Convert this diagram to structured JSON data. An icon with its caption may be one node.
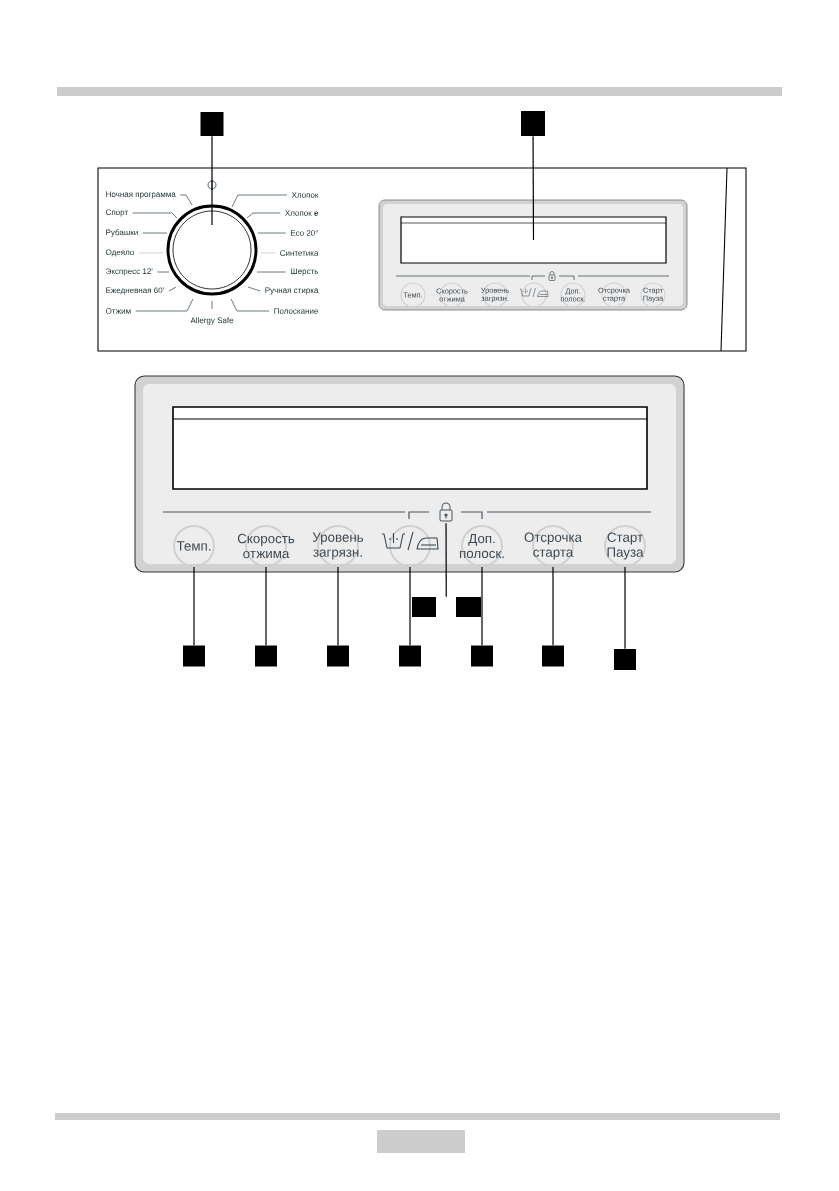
{
  "diagram": {
    "nodes": [
      {
        "text": [],
        "shape": "box"
      },
      {
        "text": [],
        "shape": "box"
      },
      {
        "text": [],
        "shape": "box"
      },
      {
        "text": [],
        "shape": "circle",
        "in": 2
      },
      {
        "text": [],
        "shape": "box",
        "in": 2
      },
      {
        "text": [],
        "shape": "box",
        "in": 4
      },
      {
        "text": [
          "Темп."
        ],
        "in": 4
      },
      {
        "text": [
          "Скорость отжима"
        ],
        "in": 4
      },
      {
        "text": [
          "Уровень загрязн."
        ],
        "in": 4
      },
      {
        "text": [],
        "shape": "circle",
        "in": 4
      },
      {
        "text": [
          "Доп. полоск."
        ],
        "in": 4
      },
      {
        "text": [
          "Отсрочка старта"
        ],
        "in": 4
      },
      {
        "text": [
          "Старт Пауза"
        ],
        "in": 4
      },
      {
        "text": [],
        "shape": "box"
      },
      {
        "text": [],
        "shape": "box",
        "in": 13
      },
      {
        "text": [
          "Темп."
        ],
        "in": 13
      },
      {
        "text": [
          "Скорость отжима"
        ],
        "in": 13
      },
      {
        "text": [
          "Уровень загрязн."
        ],
        "in": 13
      },
      {
        "text": [],
        "shape": "circle",
        "in": 13
      },
      {
        "text": [
          "Доп. полоск."
        ],
        "in": 13
      },
      {
        "text": [
          "Отсрочка старта"
        ],
        "in": 13
      },
      {
        "text": [
          "Старт Пауза"
        ],
        "in": 13
      },
      {
        "text": [],
        "shape": "picture",
        "in": 13
      },
      {
        "text": [],
        "shape": "box"
      },
      {
        "text": [],
        "shape": "box"
      },
      {
        "text": [],
        "shape": "box"
      },
      {
        "text": [],
        "shape": "box"
      },
      {
        "text": [],
        "shape": "box"
      },
      {
        "text": [],
        "shape": "box"
      },
      {
        "text": [],
        "shape": "box"
      },
      {
        "text": [],
        "shape": "box"
      },
      {
        "text": [],
        "shape": "box"
      }
    ],
    "edges": [
      {
        "from": 0,
        "to": 3,
        "arrow": "none"
      },
      {
        "from": 1,
        "to": 5,
        "arrow": "none"
      },
      {
        "from": 25,
        "to": 15,
        "arrow": "none"
      },
      {
        "from": 26,
        "to": 16,
        "arrow": "none"
      },
      {
        "from": 27,
        "to": 17,
        "arrow": "none"
      },
      {
        "from": 28,
        "to": 18,
        "arrow": "none"
      },
      {
        "from": 29,
        "to": 19,
        "arrow": "none"
      },
      {
        "from": 30,
        "to": 20,
        "arrow": "none"
      },
      {
        "from": 31,
        "to": 21,
        "arrow": "none"
      },
      {
        "from": 23,
        "to": 22,
        "arrow": "none"
      },
      {
        "from": 24,
        "to": 22,
        "arrow": "none"
      }
    ],
    "labels": [
      "Ночная программа",
      "Хлопок",
      "Спорт",
      "Хлопок **e**",
      "Рубашки",
      "Eco 20°",
      "Одеяло",
      "Синтетика",
      "Экспресс 12'",
      "Шерсть",
      "Ежедневная 60'",
      "Ручная стирка",
      "Отжим",
      "Полоскание",
      "Allergy Safe"
    ]
  }
}
